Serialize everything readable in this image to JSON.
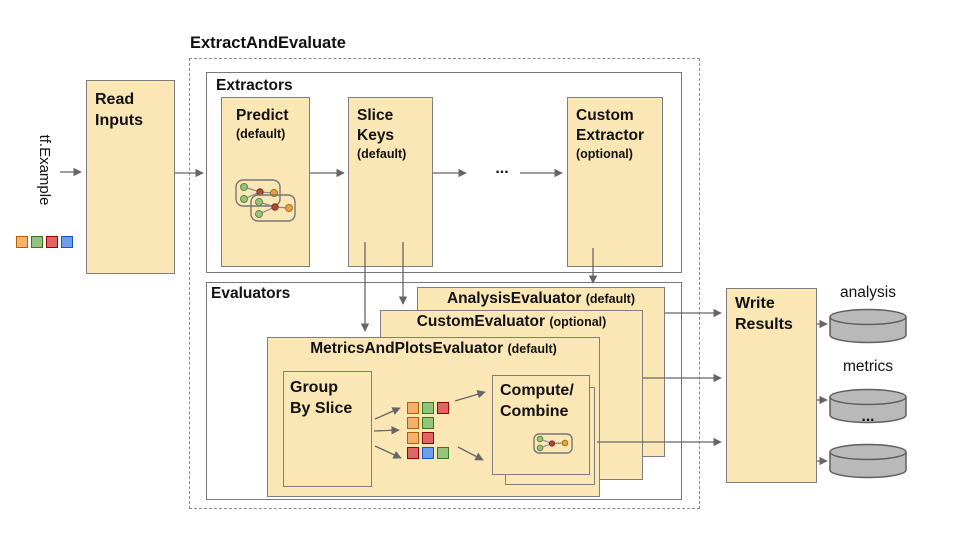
{
  "title": "ExtractAndEvaluate",
  "input": {
    "label": "tf.Example",
    "squares": [
      "orange",
      "green",
      "red",
      "blue"
    ]
  },
  "read_inputs": {
    "label": "Read\nInputs"
  },
  "extractors": {
    "label": "Extractors",
    "predict": {
      "name": "Predict",
      "qualifier": "(default)"
    },
    "slice_keys": {
      "name": "Slice\nKeys",
      "qualifier": "(default)"
    },
    "ellipsis": "...",
    "custom": {
      "name": "Custom\nExtractor",
      "qualifier": "(optional)"
    }
  },
  "evaluators": {
    "label": "Evaluators",
    "analysis": {
      "name": "AnalysisEvaluator",
      "qualifier": "(default)"
    },
    "custom": {
      "name": "CustomEvaluator",
      "qualifier": "(optional)"
    },
    "metrics_and_plots": {
      "name": "MetricsAndPlotsEvaluator",
      "qualifier": "(default)"
    },
    "group_by_slice": {
      "label": "Group\nBy Slice"
    },
    "compute_combine": {
      "label": "Compute/\nCombine"
    },
    "slice_rows": [
      [
        "orange",
        "green",
        "red"
      ],
      [
        "orange",
        "green"
      ],
      [
        "orange",
        "red"
      ],
      [
        "red",
        "blue",
        "green"
      ]
    ]
  },
  "write_results": {
    "label": "Write\nResults"
  },
  "outputs": [
    {
      "label": "analysis"
    },
    {
      "label": "metrics"
    },
    {
      "label": "..."
    }
  ],
  "palette": {
    "orange": "#F6B26B",
    "green": "#93C47D",
    "red": "#E06666",
    "blue": "#6D9EEB",
    "orange_border": "#B45F06",
    "green_border": "#38761D",
    "red_border": "#990000",
    "blue_border": "#1155CC",
    "box_fill": "#FBE6B5",
    "box_border": "#7E7E7E",
    "arrow": "#666666",
    "cylinder_fill": "#B9B9B9",
    "cylinder_border": "#5E5E5E"
  }
}
